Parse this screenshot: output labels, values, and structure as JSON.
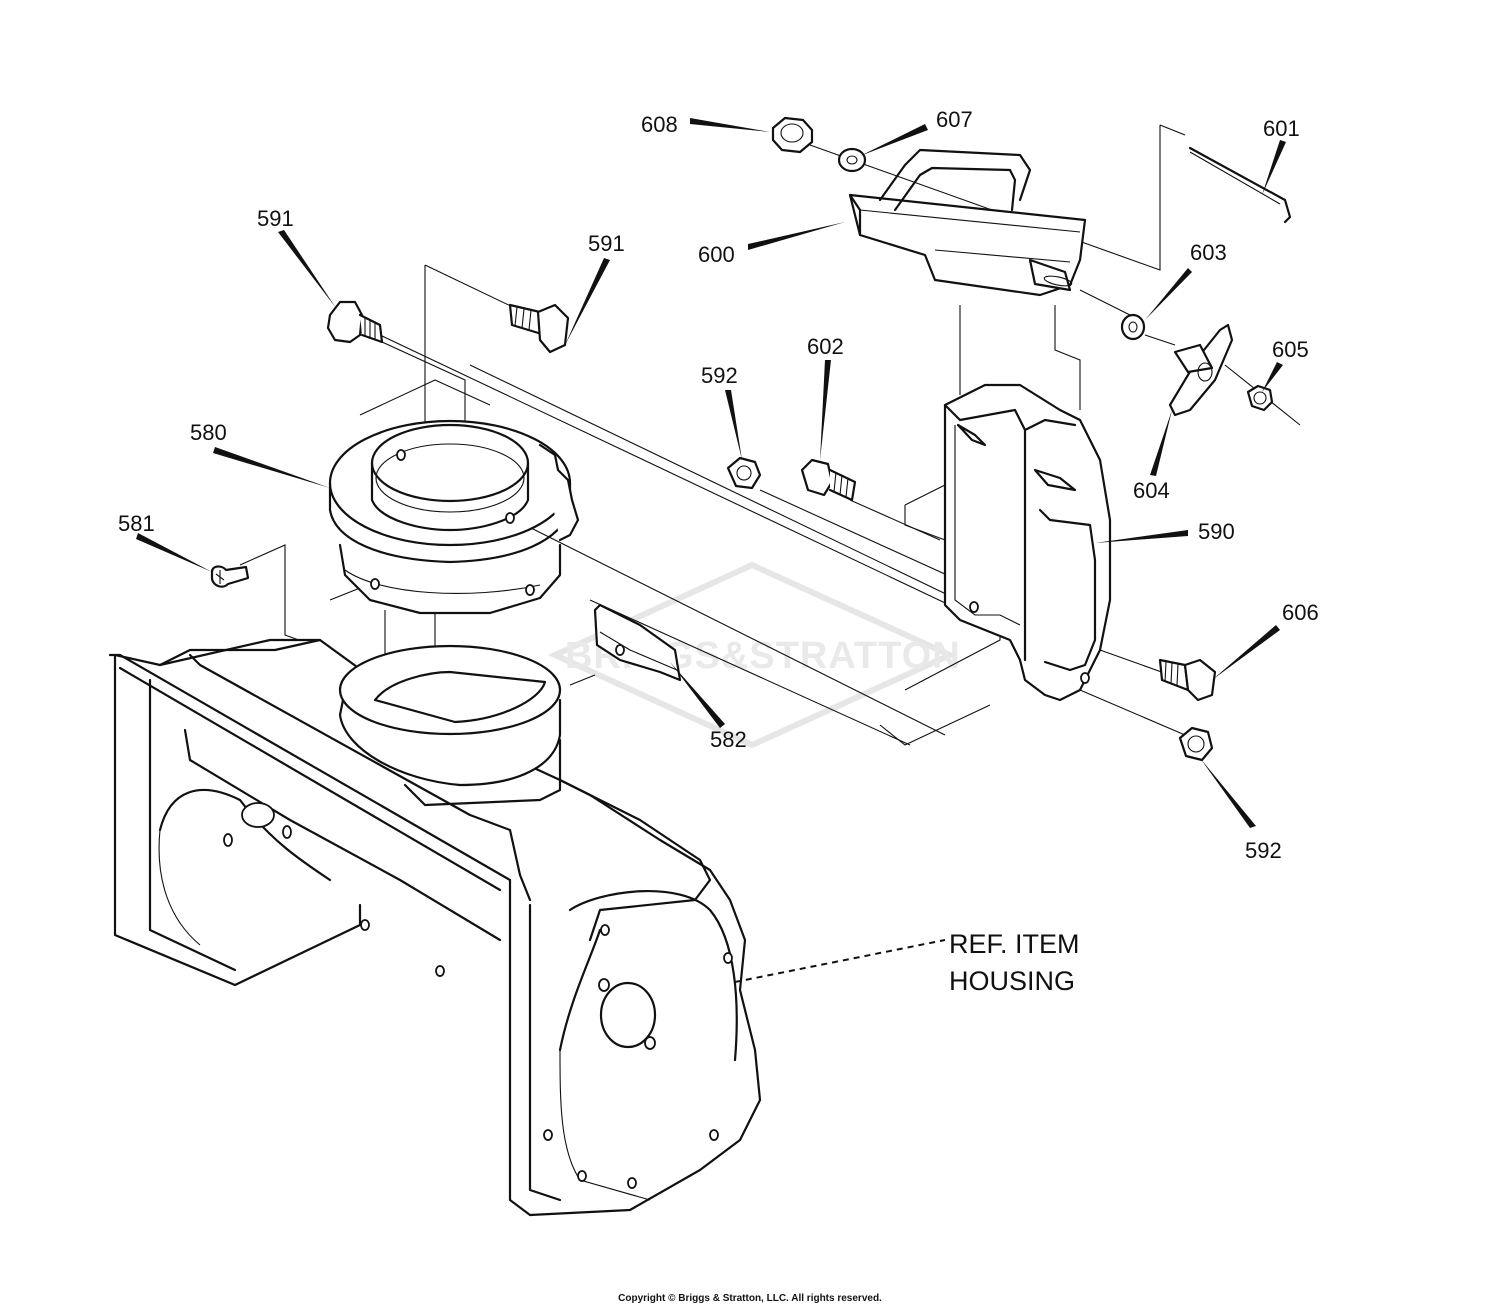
{
  "watermark": {
    "brand": "BRIGGS&STRATTON"
  },
  "labels": {
    "p608": "608",
    "p607": "607",
    "p601": "601",
    "p591a": "591",
    "p591b": "591",
    "p600": "600",
    "p603": "603",
    "p602": "602",
    "p592a": "592",
    "p605": "605",
    "p580": "580",
    "p604": "604",
    "p581": "581",
    "p590": "590",
    "p606": "606",
    "p582": "582",
    "p592b": "592"
  },
  "reference": {
    "line1": "REF. ITEM",
    "line2": "HOUSING"
  },
  "footer": {
    "copyright": "Copyright © Briggs & Stratton, LLC. All rights reserved."
  }
}
